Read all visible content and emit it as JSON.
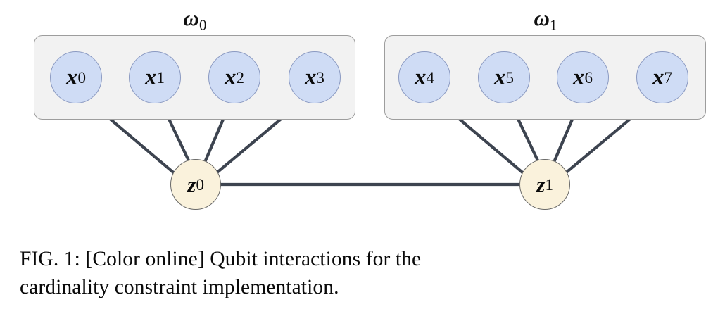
{
  "figure": {
    "groups": [
      {
        "id": "w0",
        "label_symbol": "ω",
        "label_sub": "0",
        "label_text": "ω0"
      },
      {
        "id": "w1",
        "label_symbol": "ω",
        "label_sub": "1",
        "label_text": "ω1"
      }
    ],
    "qubit_nodes": [
      {
        "id": "x0",
        "var": "x",
        "sub": "0",
        "group": "w0"
      },
      {
        "id": "x1",
        "var": "x",
        "sub": "1",
        "group": "w0"
      },
      {
        "id": "x2",
        "var": "x",
        "sub": "2",
        "group": "w0"
      },
      {
        "id": "x3",
        "var": "x",
        "sub": "3",
        "group": "w0"
      },
      {
        "id": "x4",
        "var": "x",
        "sub": "4",
        "group": "w1"
      },
      {
        "id": "x5",
        "var": "x",
        "sub": "5",
        "group": "w1"
      },
      {
        "id": "x6",
        "var": "x",
        "sub": "6",
        "group": "w1"
      },
      {
        "id": "x7",
        "var": "x",
        "sub": "7",
        "group": "w1"
      }
    ],
    "ancilla_nodes": [
      {
        "id": "z0",
        "var": "z",
        "sub": "0"
      },
      {
        "id": "z1",
        "var": "z",
        "sub": "1"
      }
    ],
    "edges": [
      {
        "from": "x0",
        "to": "z0"
      },
      {
        "from": "x1",
        "to": "z0"
      },
      {
        "from": "x2",
        "to": "z0"
      },
      {
        "from": "x3",
        "to": "z0"
      },
      {
        "from": "x4",
        "to": "z1"
      },
      {
        "from": "x5",
        "to": "z1"
      },
      {
        "from": "x6",
        "to": "z1"
      },
      {
        "from": "x7",
        "to": "z1"
      },
      {
        "from": "z0",
        "to": "z1"
      }
    ],
    "colors": {
      "qubit_fill": "#cfdcf5",
      "qubit_stroke": "#8b9ac2",
      "ancilla_fill": "#faf2dc",
      "ancilla_stroke": "#6a6a68",
      "group_fill": "#f2f2f2",
      "group_stroke": "#9d9d9d",
      "edge": "#3d4450",
      "text": "#0b0b0b",
      "background": "#ffffff"
    }
  },
  "caption": {
    "line1": "FIG. 1: [Color online] Qubit interactions for the",
    "line2": "cardinality constraint implementation.",
    "full": "FIG. 1: [Color online] Qubit interactions for the cardinality constraint implementation."
  }
}
